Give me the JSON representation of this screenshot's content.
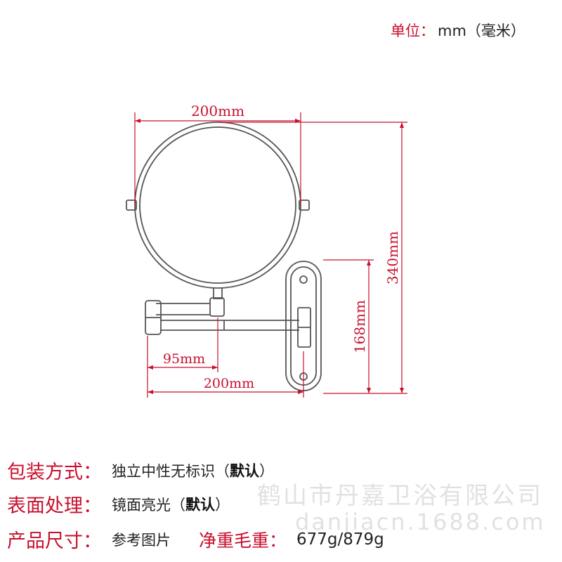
{
  "unit": {
    "label": "单位：",
    "value": "mm（毫米）"
  },
  "dimensions": {
    "mirror_width": "200mm",
    "total_height": "340mm",
    "arm_height": "168mm",
    "arm_inner_length": "95mm",
    "arm_total_length": "200mm"
  },
  "specs": {
    "packaging": {
      "label": "包装方式：",
      "value": "独立中性无标识（",
      "value_strong": "默认",
      "value_end": "）"
    },
    "finish": {
      "label": "表面处理：",
      "value": "镜面亮光（",
      "value_strong": "默认",
      "value_end": "）"
    },
    "size": {
      "label": "产品尺寸：",
      "value": "参考图片",
      "weight_label": "净重毛重：",
      "weight_value": "677g/879g"
    }
  },
  "watermark": {
    "company": "鹤山市丹嘉卫浴有限公司",
    "domain": "danjiacn.1688.com"
  },
  "colors": {
    "accent": "#c8102e",
    "line": "#555555",
    "text": "#222222"
  }
}
